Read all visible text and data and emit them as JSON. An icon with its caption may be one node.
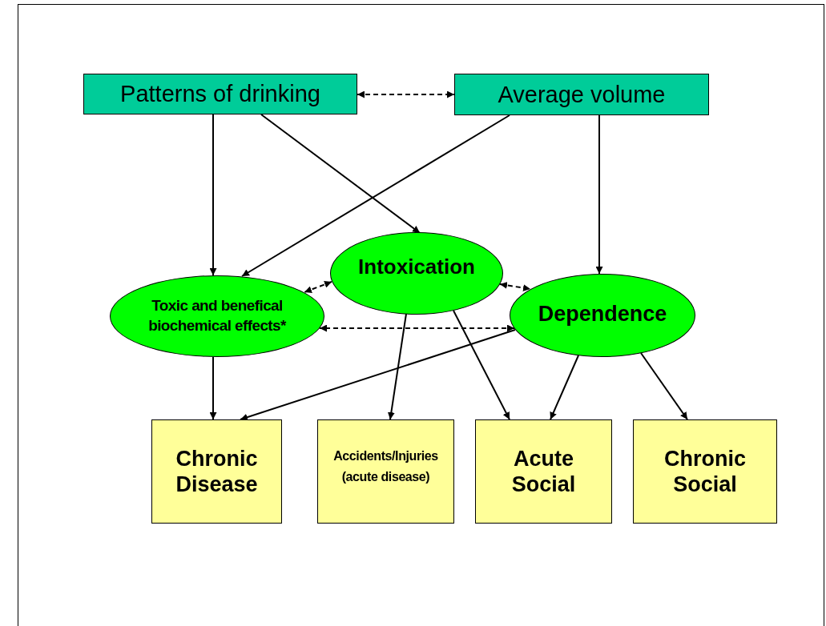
{
  "diagram": {
    "nodes": [
      {
        "text": [
          "Patterns of drinking"
        ]
      },
      {
        "text": [
          "Average volume"
        ]
      },
      {
        "text": [
          "Toxic and benefical biochemical effects*"
        ]
      },
      {
        "text": [
          "Intoxication"
        ]
      },
      {
        "text": [
          "Dependence"
        ]
      },
      {
        "text": [
          "Chronic Disease"
        ]
      },
      {
        "text": [
          "Accidents/Injuries (acute disease)"
        ]
      },
      {
        "text": [
          "Acute Social"
        ]
      },
      {
        "text": [
          "Chronic Social"
        ]
      }
    ],
    "edges": [
      {
        "from": 0,
        "to": 1,
        "arrow": "both",
        "style": "dashed"
      },
      {
        "from": 0,
        "to": 2,
        "arrow": "to"
      },
      {
        "from": 0,
        "to": 3,
        "arrow": "to"
      },
      {
        "from": 1,
        "to": 2,
        "arrow": "to"
      },
      {
        "from": 1,
        "to": 4,
        "arrow": "to"
      },
      {
        "from": 3,
        "to": 2,
        "arrow": "both",
        "style": "dashed"
      },
      {
        "from": 3,
        "to": 4,
        "arrow": "both",
        "style": "dashed"
      },
      {
        "from": 4,
        "to": 2,
        "arrow": "both",
        "style": "dashed"
      },
      {
        "from": 2,
        "to": 5,
        "arrow": "to"
      },
      {
        "from": 4,
        "to": 5,
        "arrow": "to"
      },
      {
        "from": 3,
        "to": 6,
        "arrow": "to"
      },
      {
        "from": 3,
        "to": 7,
        "arrow": "to"
      },
      {
        "from": 4,
        "to": 7,
        "arrow": "to"
      },
      {
        "from": 4,
        "to": 8,
        "arrow": "to"
      }
    ]
  }
}
